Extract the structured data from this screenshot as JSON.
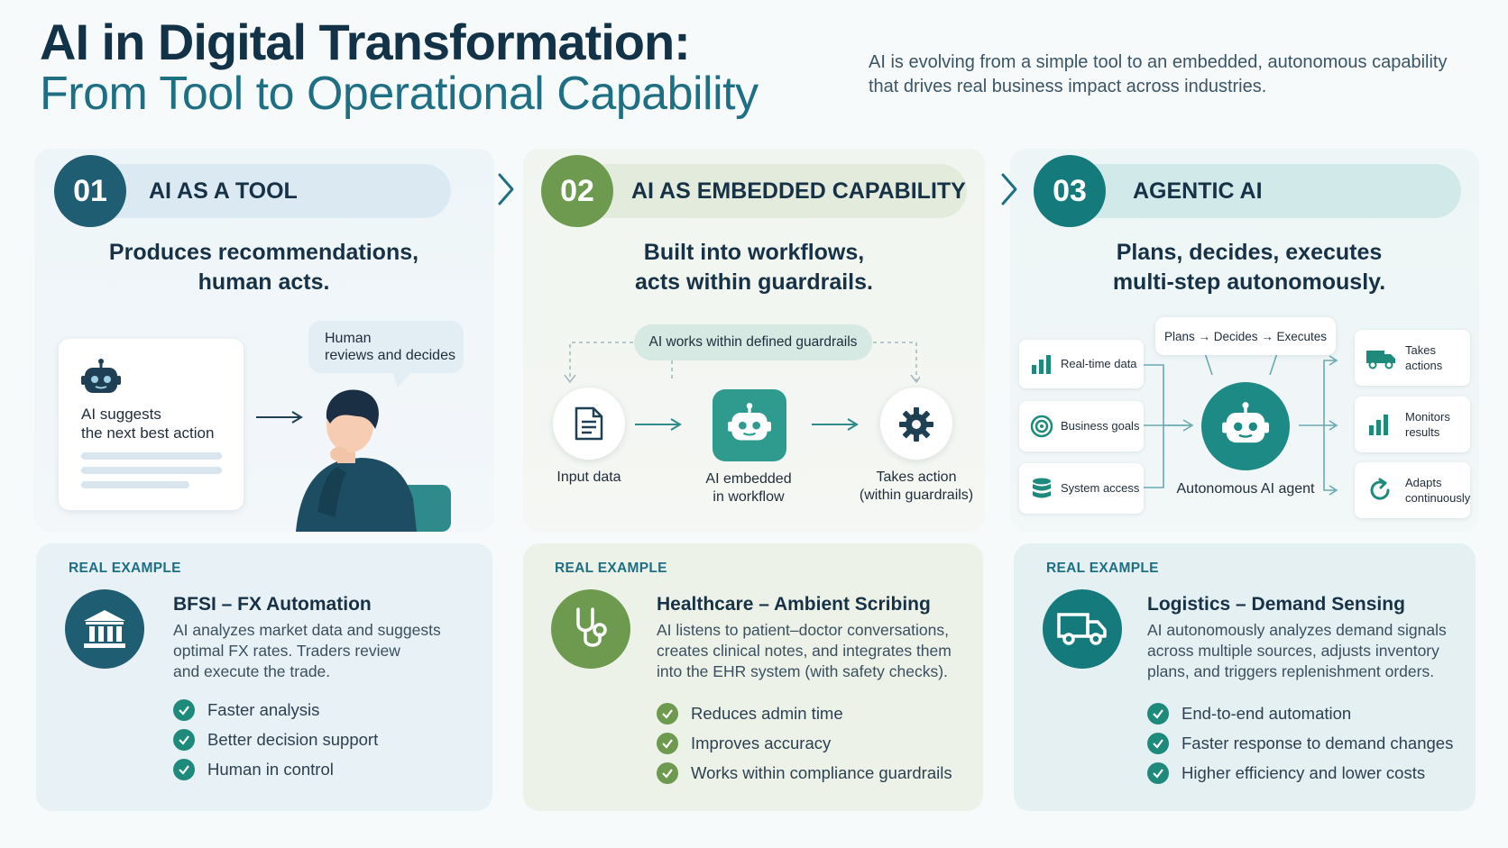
{
  "header": {
    "title_line1": "AI in Digital Transformation:",
    "title_line2": "From Tool to Operational Capability",
    "subtitle": "AI is evolving from a simple tool to an embedded, autonomous capability that drives real business impact across industries."
  },
  "stages": [
    {
      "number": "01",
      "label": "AI AS A TOOL",
      "headline_line1": "Produces recommendations,",
      "headline_line2": "human acts.",
      "color": "#1f5d72"
    },
    {
      "number": "02",
      "label": "AI AS EMBEDDED CAPABILITY",
      "headline_line1": "Built into workflows,",
      "headline_line2": "acts within guardrails.",
      "color": "#6d9a4f"
    },
    {
      "number": "03",
      "label": "AGENTIC AI",
      "headline_line1": "Plans, decides, executes",
      "headline_line2": "multi-step autonomously.",
      "color": "#157a7c"
    }
  ],
  "diagram1": {
    "card_text_line1": "AI suggests",
    "card_text_line2": "the next best action",
    "bubble_line1": "Human",
    "bubble_line2": "reviews and decides"
  },
  "diagram2": {
    "guardrail_label": "AI works within defined guardrails",
    "input_label": "Input data",
    "embedded_label_line1": "AI embedded",
    "embedded_label_line2": "in workflow",
    "action_label_line1": "Takes action",
    "action_label_line2": "(within guardrails)"
  },
  "diagram3": {
    "inputs": [
      "Real-time data",
      "Business goals",
      "System access"
    ],
    "plans_label": "Plans → Decides → Executes",
    "agent_label": "Autonomous AI agent",
    "outputs": [
      {
        "line1": "Takes",
        "line2": "actions"
      },
      {
        "line1": "Monitors",
        "line2": "results"
      },
      {
        "line1": "Adapts",
        "line2": "continuously"
      }
    ]
  },
  "examples": [
    {
      "label": "REAL EXAMPLE",
      "title": "BFSI – FX Automation",
      "desc_line1": "AI analyzes market data and suggests",
      "desc_line2": "optimal FX rates. Traders review",
      "desc_line3": "and execute the trade.",
      "bullets": [
        "Faster analysis",
        "Better decision support",
        "Human in control"
      ]
    },
    {
      "label": "REAL EXAMPLE",
      "title": "Healthcare – Ambient Scribing",
      "desc_line1": "AI listens to patient–doctor conversations,",
      "desc_line2": "creates clinical notes, and integrates them",
      "desc_line3": "into the EHR system (with safety checks).",
      "bullets": [
        "Reduces admin time",
        "Improves accuracy",
        "Works within compliance guardrails"
      ]
    },
    {
      "label": "REAL EXAMPLE",
      "title": "Logistics – Demand Sensing",
      "desc_line1": "AI autonomously analyzes demand signals",
      "desc_line2": "across multiple sources, adjusts inventory",
      "desc_line3": "plans, and triggers replenishment orders.",
      "bullets": [
        "End-to-end automation",
        "Faster response to demand changes",
        "Higher efficiency and lower costs"
      ]
    }
  ],
  "icons": {
    "robot": "robot-icon",
    "document": "document-icon",
    "gear": "gear-icon",
    "bank": "bank-icon",
    "stethoscope": "stethoscope-icon",
    "truck": "truck-icon",
    "check": "check-icon"
  }
}
